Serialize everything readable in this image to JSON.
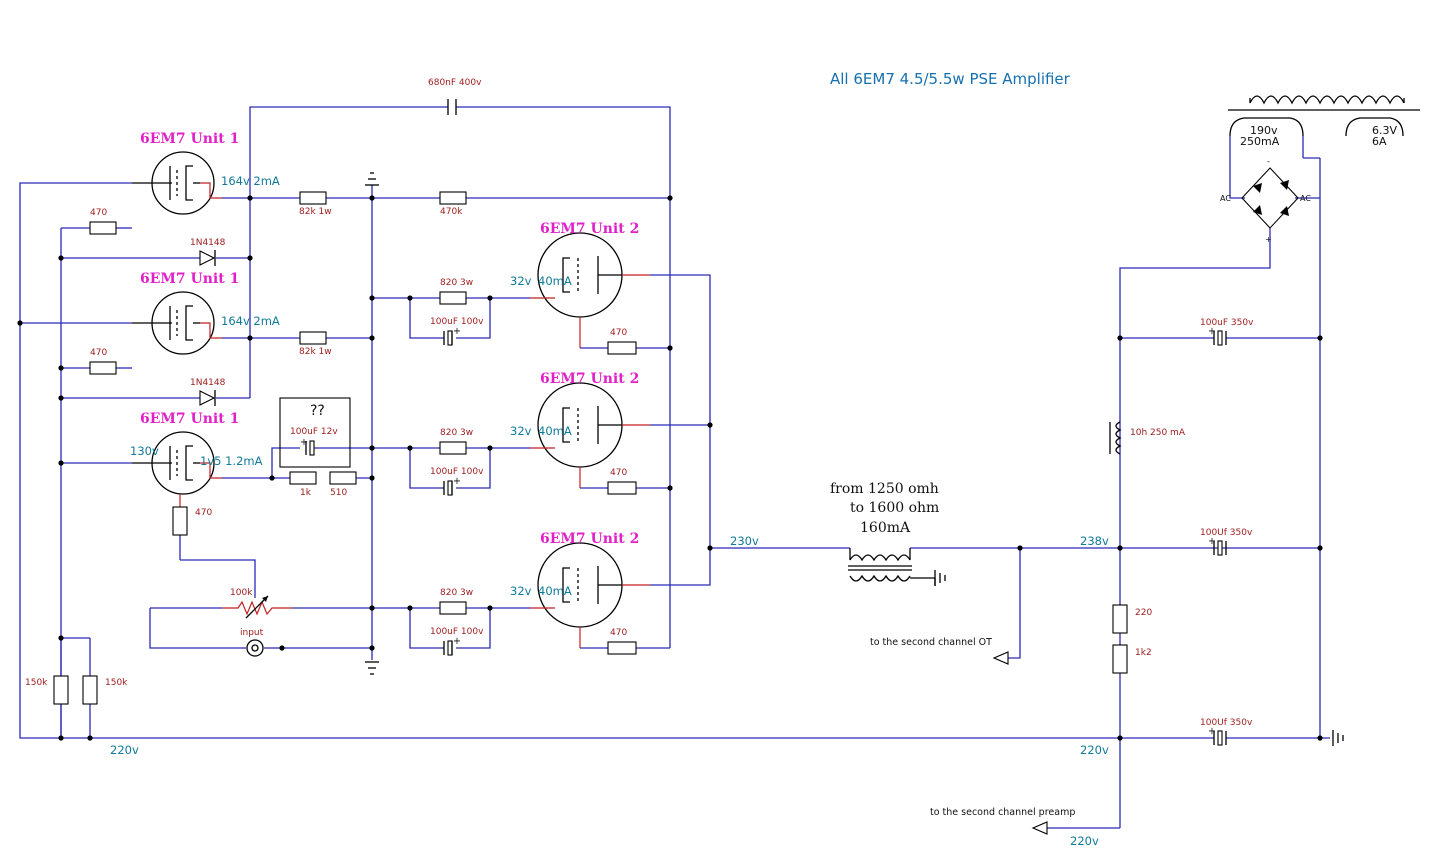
{
  "title": "All 6EM7  4.5/5.5w  PSE Amplifier",
  "tubes": {
    "unit1": "6EM7 Unit 1",
    "unit2": "6EM7 Unit 2"
  },
  "components": {
    "coupling_cap": "680nF 400v",
    "r_82k": "82k 1w",
    "r_470k": "470k",
    "r_470": "470",
    "diode": "1N4148",
    "r_820": "820 3w",
    "cap_100u_100v": "100uF 100v",
    "cap_100u_12v": "100uF 12v",
    "unknown": "??",
    "r_1k": "1k",
    "r_510": "510",
    "pot_100k": "100k",
    "input": "input",
    "r_150k": "150k",
    "cap_100u_350v_a": "100uF 350v",
    "cap_100u_350v_b": "100Uf 350v",
    "cap_100u_350v_c": "100Uf 350v",
    "choke": "10h 250 mA",
    "r_220": "220",
    "r_1k2": "1k2"
  },
  "voltages": {
    "v164": "164v 2mA",
    "v130": "130v",
    "v1v5": "1v5 1.2mA",
    "v32": "32v",
    "i40": "40mA",
    "v230": "230v",
    "v238": "238v",
    "v220": "220v"
  },
  "transformer": {
    "secondary_hv": "190v",
    "secondary_hv_current": "250mA",
    "heater_v": "6.3V",
    "heater_current": "6A",
    "ac": "AC",
    "plus": "+",
    "minus": "-"
  },
  "output_transformer": {
    "line1": "from 1250 omh",
    "line2": "to 1600 ohm",
    "line3": "160mA"
  },
  "notes": {
    "second_ot": "to the second channel OT",
    "second_preamp": "to the second channel preamp"
  },
  "colors": {
    "wire": "#2a2ab8",
    "lead": "#c02020",
    "tube_label": "#e020c8",
    "voltage": "#107a9a",
    "title": "#1570b0"
  }
}
